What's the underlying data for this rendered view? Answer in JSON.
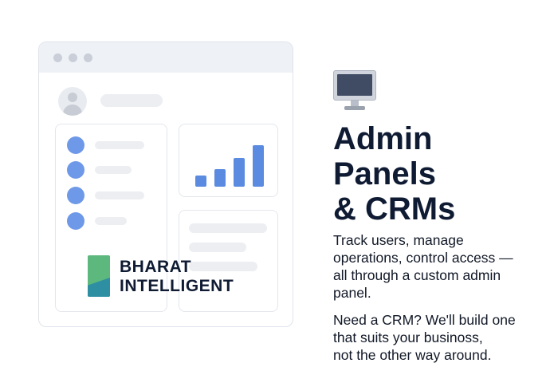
{
  "logo": {
    "line1": "BHARAT",
    "line2": "INTELLIGENT"
  },
  "icons": {
    "monitor": "desktop-monitor-icon",
    "avatar": "user-avatar-icon"
  },
  "colors": {
    "accent_blue": "#6e98e8",
    "chart_blue": "#5b8be0",
    "title_navy": "#0f1b33",
    "logo_green": "#5cb87d",
    "logo_teal": "#2e8fa3"
  },
  "hero": {
    "title_lines": [
      "Admin",
      "Panels",
      "& CRMs"
    ],
    "paragraph1_lines": [
      "Track users, manage",
      "operations, control access —",
      "all through a custom admin",
      "panel."
    ],
    "paragraph2_lines": [
      "Need a CRM? We'll build one",
      "that suits your businoss,",
      "not the other way around."
    ]
  },
  "chart_data": {
    "type": "bar",
    "values": [
      1,
      1.6,
      2.6,
      3.8
    ]
  }
}
